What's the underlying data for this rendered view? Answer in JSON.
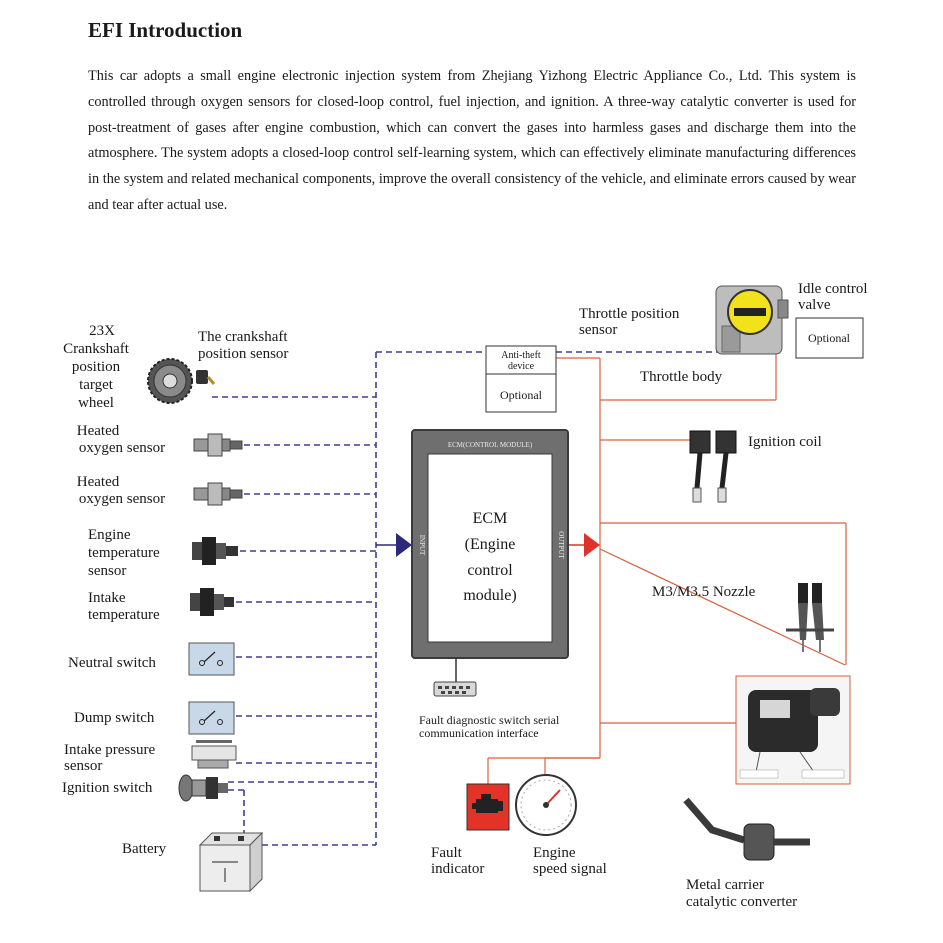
{
  "header": {
    "title": "EFI Introduction",
    "intro": "This car adopts a small engine electronic injection system from Zhejiang Yizhong Electric Appliance Co., Ltd. This system is controlled through oxygen sensors for closed-loop control, fuel injection, and ignition. A three-way catalytic converter is used for post-treatment of gases after engine combustion, which can convert the gases into harmless gases and discharge them into the atmosphere. The system adopts a closed-loop control self-learning system, which can effectively eliminate manufacturing differences in the system and related mechanical components, improve the overall consistency of the vehicle, and eliminate errors caused by wear and tear after actual use."
  },
  "inputs": {
    "target_wheel": [
      "23X",
      "Crankshaft",
      "position",
      "target",
      "wheel"
    ],
    "crankshaft_sensor": [
      "The crankshaft",
      "position sensor"
    ],
    "o2_sensor_1": [
      "Heated",
      "oxygen sensor"
    ],
    "o2_sensor_2": [
      "Heated",
      "oxygen sensor"
    ],
    "engine_temp": [
      "Engine",
      "temperature",
      "sensor"
    ],
    "intake_temp": [
      "Intake",
      "temperature"
    ],
    "neutral_switch": "Neutral switch",
    "dump_switch": "Dump switch",
    "intake_pressure": [
      "Intake pressure",
      "sensor"
    ],
    "ignition_switch": "Ignition switch",
    "battery": "Battery"
  },
  "ecm": {
    "label": [
      "ECM",
      "(Engine",
      "control",
      "module)"
    ],
    "top_strip": "ECM(CONTROL MODULE)",
    "input_strip": "INPUT",
    "output_strip": "OUTPUT"
  },
  "anti_theft": {
    "label": [
      "Anti-theft",
      "device"
    ],
    "optional": "Optional"
  },
  "outputs": {
    "throttle_position": [
      "Throttle position",
      "sensor"
    ],
    "idle_control": [
      "Idle control",
      "valve"
    ],
    "idle_optional": "Optional",
    "throttle_body": "Throttle body",
    "ignition_coil": "Ignition coil",
    "nozzle": "M3/M3.5 Nozzle",
    "fault_diag": [
      "Fault diagnostic switch serial",
      "communication interface"
    ],
    "fault_indicator": [
      "Fault",
      "indicator"
    ],
    "engine_speed": [
      "Engine",
      "speed signal"
    ],
    "catalytic": [
      "Metal carrier",
      "catalytic converter"
    ]
  },
  "colors": {
    "input_bus": "#3d3f8f",
    "output_bus": "#d9603f",
    "input_arrow": "#2b2a7a",
    "output_arrow": "#e0312a",
    "fault_light": "#e53228",
    "throttle_yellow": "#f2e21c"
  }
}
